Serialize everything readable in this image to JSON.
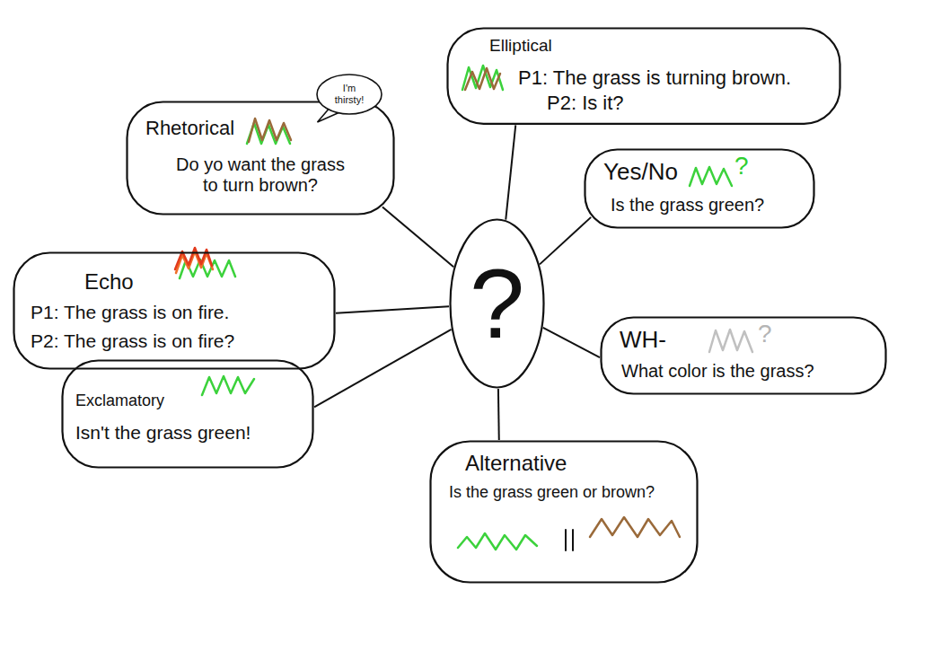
{
  "diagram": {
    "nodes": [
      {
        "text": [
          "?"
        ]
      },
      {
        "text": [
          "Elliptical",
          "P1: The grass is turning brown.",
          "P2: Is it?"
        ]
      },
      {
        "text": [
          "Rhetorical",
          "Do yo want the grass to turn brown?"
        ]
      },
      {
        "text": [
          "I'm thirsty!"
        ],
        "in": 2
      },
      {
        "text": [
          "Yes/No",
          "?",
          "Is the grass green?"
        ]
      },
      {
        "text": [
          "Echo",
          "P1: The grass is on fire.",
          "P2: The grass is on fire?"
        ]
      },
      {
        "text": [
          "WH-",
          "?",
          "What color is the grass?"
        ]
      },
      {
        "text": [
          "Exclamatory",
          "Isn't the grass green!"
        ]
      },
      {
        "text": [
          "Alternative",
          "Is the grass green or brown?"
        ]
      }
    ],
    "edges": [
      {
        "from": 0,
        "to": 1,
        "arrow": "none"
      },
      {
        "from": 0,
        "to": 2,
        "arrow": "none"
      },
      {
        "from": 0,
        "to": 4,
        "arrow": "none"
      },
      {
        "from": 0,
        "to": 5,
        "arrow": "none"
      },
      {
        "from": 0,
        "to": 6,
        "arrow": "none"
      },
      {
        "from": 0,
        "to": 7,
        "arrow": "none"
      },
      {
        "from": 0,
        "to": 8,
        "arrow": "none"
      }
    ]
  }
}
